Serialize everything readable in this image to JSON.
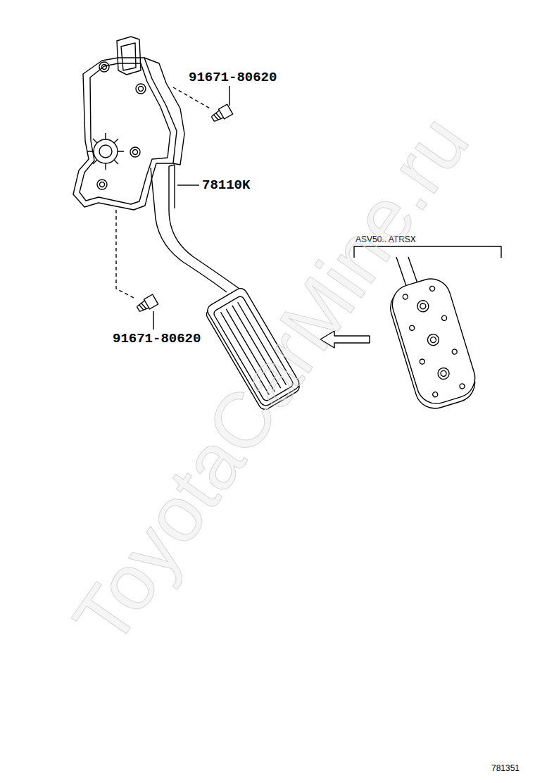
{
  "diagram": {
    "labels": [
      "91671-80620",
      "78110K",
      "91671-80620",
      "ASV50.. ATRSX",
      "781351",
      "ToyotaCarMine.ru"
    ]
  }
}
